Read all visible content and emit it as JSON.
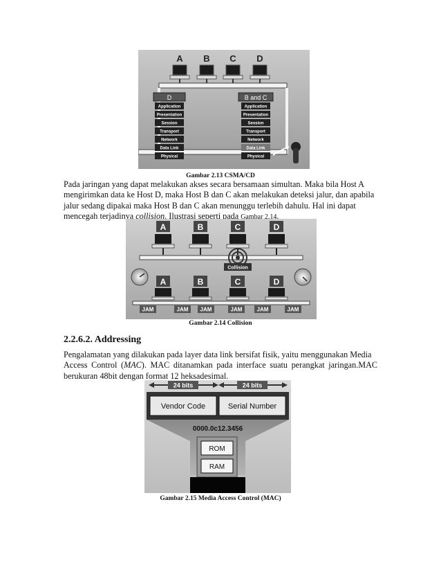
{
  "figure13": {
    "hosts": [
      "A",
      "B",
      "C",
      "D"
    ],
    "left_stack_title": "D",
    "right_stack_title": "B and C",
    "layers": [
      "Application",
      "Presentation",
      "Session",
      "Transport",
      "Network",
      "Data Link",
      "Physical"
    ],
    "caption": "Gambar  2.13 CSMA/CD"
  },
  "para1": {
    "line1": "Pada jaringan yang dapat melakukan akses secara bersamaan simultan. Maka bila Host A",
    "line2": "mengirimkan data ke Host D, maka Host B dan C akan melakukan deteksi jalur, dan apabila",
    "line3": "jalur sedang dipakai maka Host B dan C akan menunggu terlebih dahulu. Hal ini dapat",
    "line4_pre": "mencegah terjadinya ",
    "line4_em": "collision",
    "line4_mid": ". Ilustrasi seperti pada ",
    "line4_ref": "Gambar  2.14",
    "line4_end": "."
  },
  "figure14": {
    "hosts": [
      "A",
      "B",
      "C",
      "D"
    ],
    "collision_label": "Collision",
    "jam_label": "JAM",
    "caption": "Gambar  2.14 Collision"
  },
  "heading": "2.2.6.2. Addressing",
  "para2": {
    "line1": "Pengalamatan yang dilakukan pada layer data link bersifat fisik, yaitu menggunakan Media",
    "line2_pre": "Access Control (",
    "line2_em": "MAC",
    "line2_end": "). MAC ditanamkan pada interface suatu perangkat jaringan.MAC",
    "line3": "berukuran 48bit dengan format 12 heksadesimal."
  },
  "figure15": {
    "bits_left": "24 bits",
    "bits_right": "24 bits",
    "vendor_code": "Vendor Code",
    "serial_number": "Serial Number",
    "mac_address": "0000.0c12.3456",
    "rom": "ROM",
    "ram": "RAM",
    "caption": "Gambar  2.15 Media Access Control (MAC)"
  }
}
